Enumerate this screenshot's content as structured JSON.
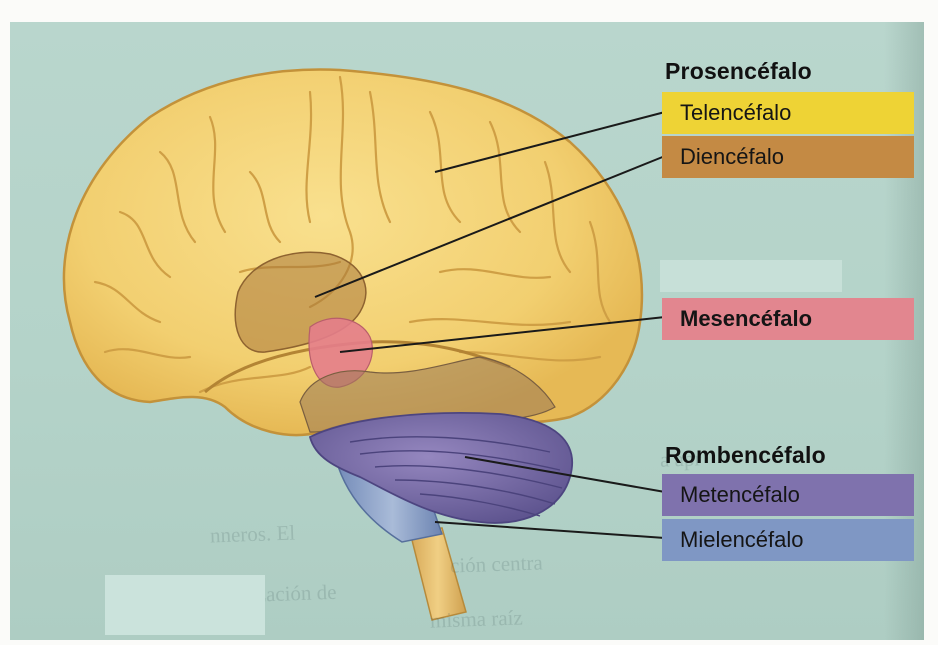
{
  "diagram": {
    "groups": {
      "forebrain": {
        "title": "Prosencéfalo",
        "parts": [
          {
            "label": "Telencéfalo",
            "color": "#ecd132"
          },
          {
            "label": "Diencéfalo",
            "color": "#c48a44"
          }
        ]
      },
      "midbrain": {
        "parts": [
          {
            "label": "Mesencéfalo",
            "color": "#e2868f"
          }
        ]
      },
      "hindbrain": {
        "title": "Rombencéfalo",
        "parts": [
          {
            "label": "Metencéfalo",
            "color": "#7f72ad"
          },
          {
            "label": "Mielencéfalo",
            "color": "#7f97c4"
          }
        ]
      }
    },
    "colors": {
      "background": "#b6d4ca",
      "cortex": "#f4d57c",
      "cortex_outline": "#c99a3c",
      "brainstem": "#8aa2c8",
      "spinal_cord": "#e3bd6f",
      "leader_line": "#1a1a1a"
    }
  }
}
